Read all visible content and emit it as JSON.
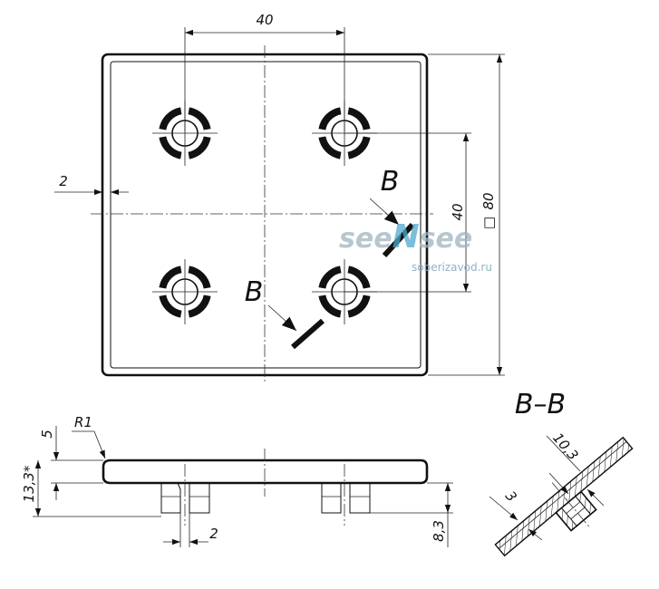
{
  "dimensions": {
    "top_width": "40",
    "left_edge": "2",
    "right_inner": "40",
    "right_outer": "80",
    "square_symbol": "□",
    "radius": "R1",
    "thickness": "5",
    "total_height": "13,3*",
    "bottom_gap": "2",
    "leg_height": "8,3",
    "section_width": "10,3",
    "section_gap": "3"
  },
  "section": {
    "arrow_label": "B",
    "title": "B–B"
  },
  "watermark": {
    "left": "see",
    "middle": "N",
    "right": "see",
    "url": "soberizavod.ru"
  }
}
